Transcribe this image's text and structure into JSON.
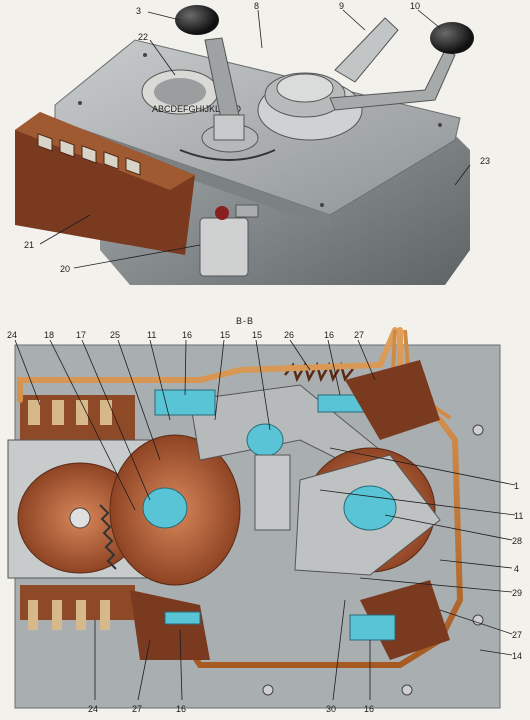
{
  "section_label": "В-В",
  "top_view": {
    "callouts": [
      "3",
      "8",
      "9",
      "10",
      "22",
      "23",
      "21",
      "20"
    ],
    "dial_marks": "ABCDEFGHIJKLMNO"
  },
  "bottom_view": {
    "callouts": [
      "24",
      "18",
      "17",
      "25",
      "11",
      "16",
      "15",
      "15",
      "26",
      "16",
      "27",
      "1",
      "11",
      "28",
      "4",
      "29",
      "27",
      "14",
      "24",
      "27",
      "16",
      "30",
      "16"
    ]
  },
  "colors": {
    "background": "#f3f1ec",
    "body_grey": "#8d9294",
    "plate": "#a9aeb0",
    "copper": "#c77a34",
    "brown_block": "#7a3a20",
    "disc": "#b8623a",
    "cyan": "#58c4d6"
  }
}
